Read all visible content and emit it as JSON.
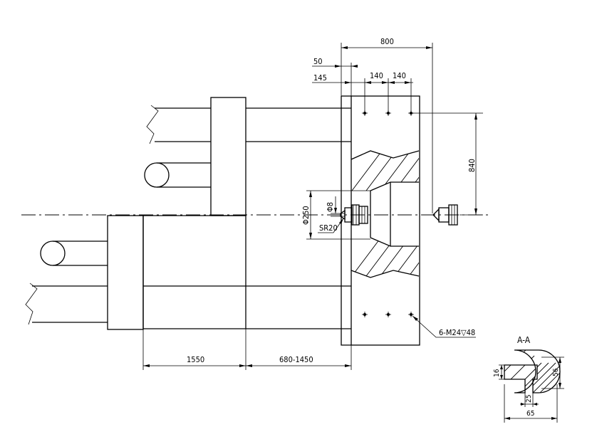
{
  "dimensions": {
    "d800": "800",
    "d50": "50",
    "d145": "145",
    "d140a": "140",
    "d140b": "140",
    "d840": "840",
    "dphi250": "Φ250",
    "dphi8": "Φ8",
    "dsr20": "SR20",
    "d1550": "1550",
    "d680": "680-1450",
    "dholes": "6-M24▽48"
  },
  "section": {
    "title": "A-A",
    "d16": "16",
    "d56": "56",
    "d25": "25",
    "d65": "65"
  }
}
